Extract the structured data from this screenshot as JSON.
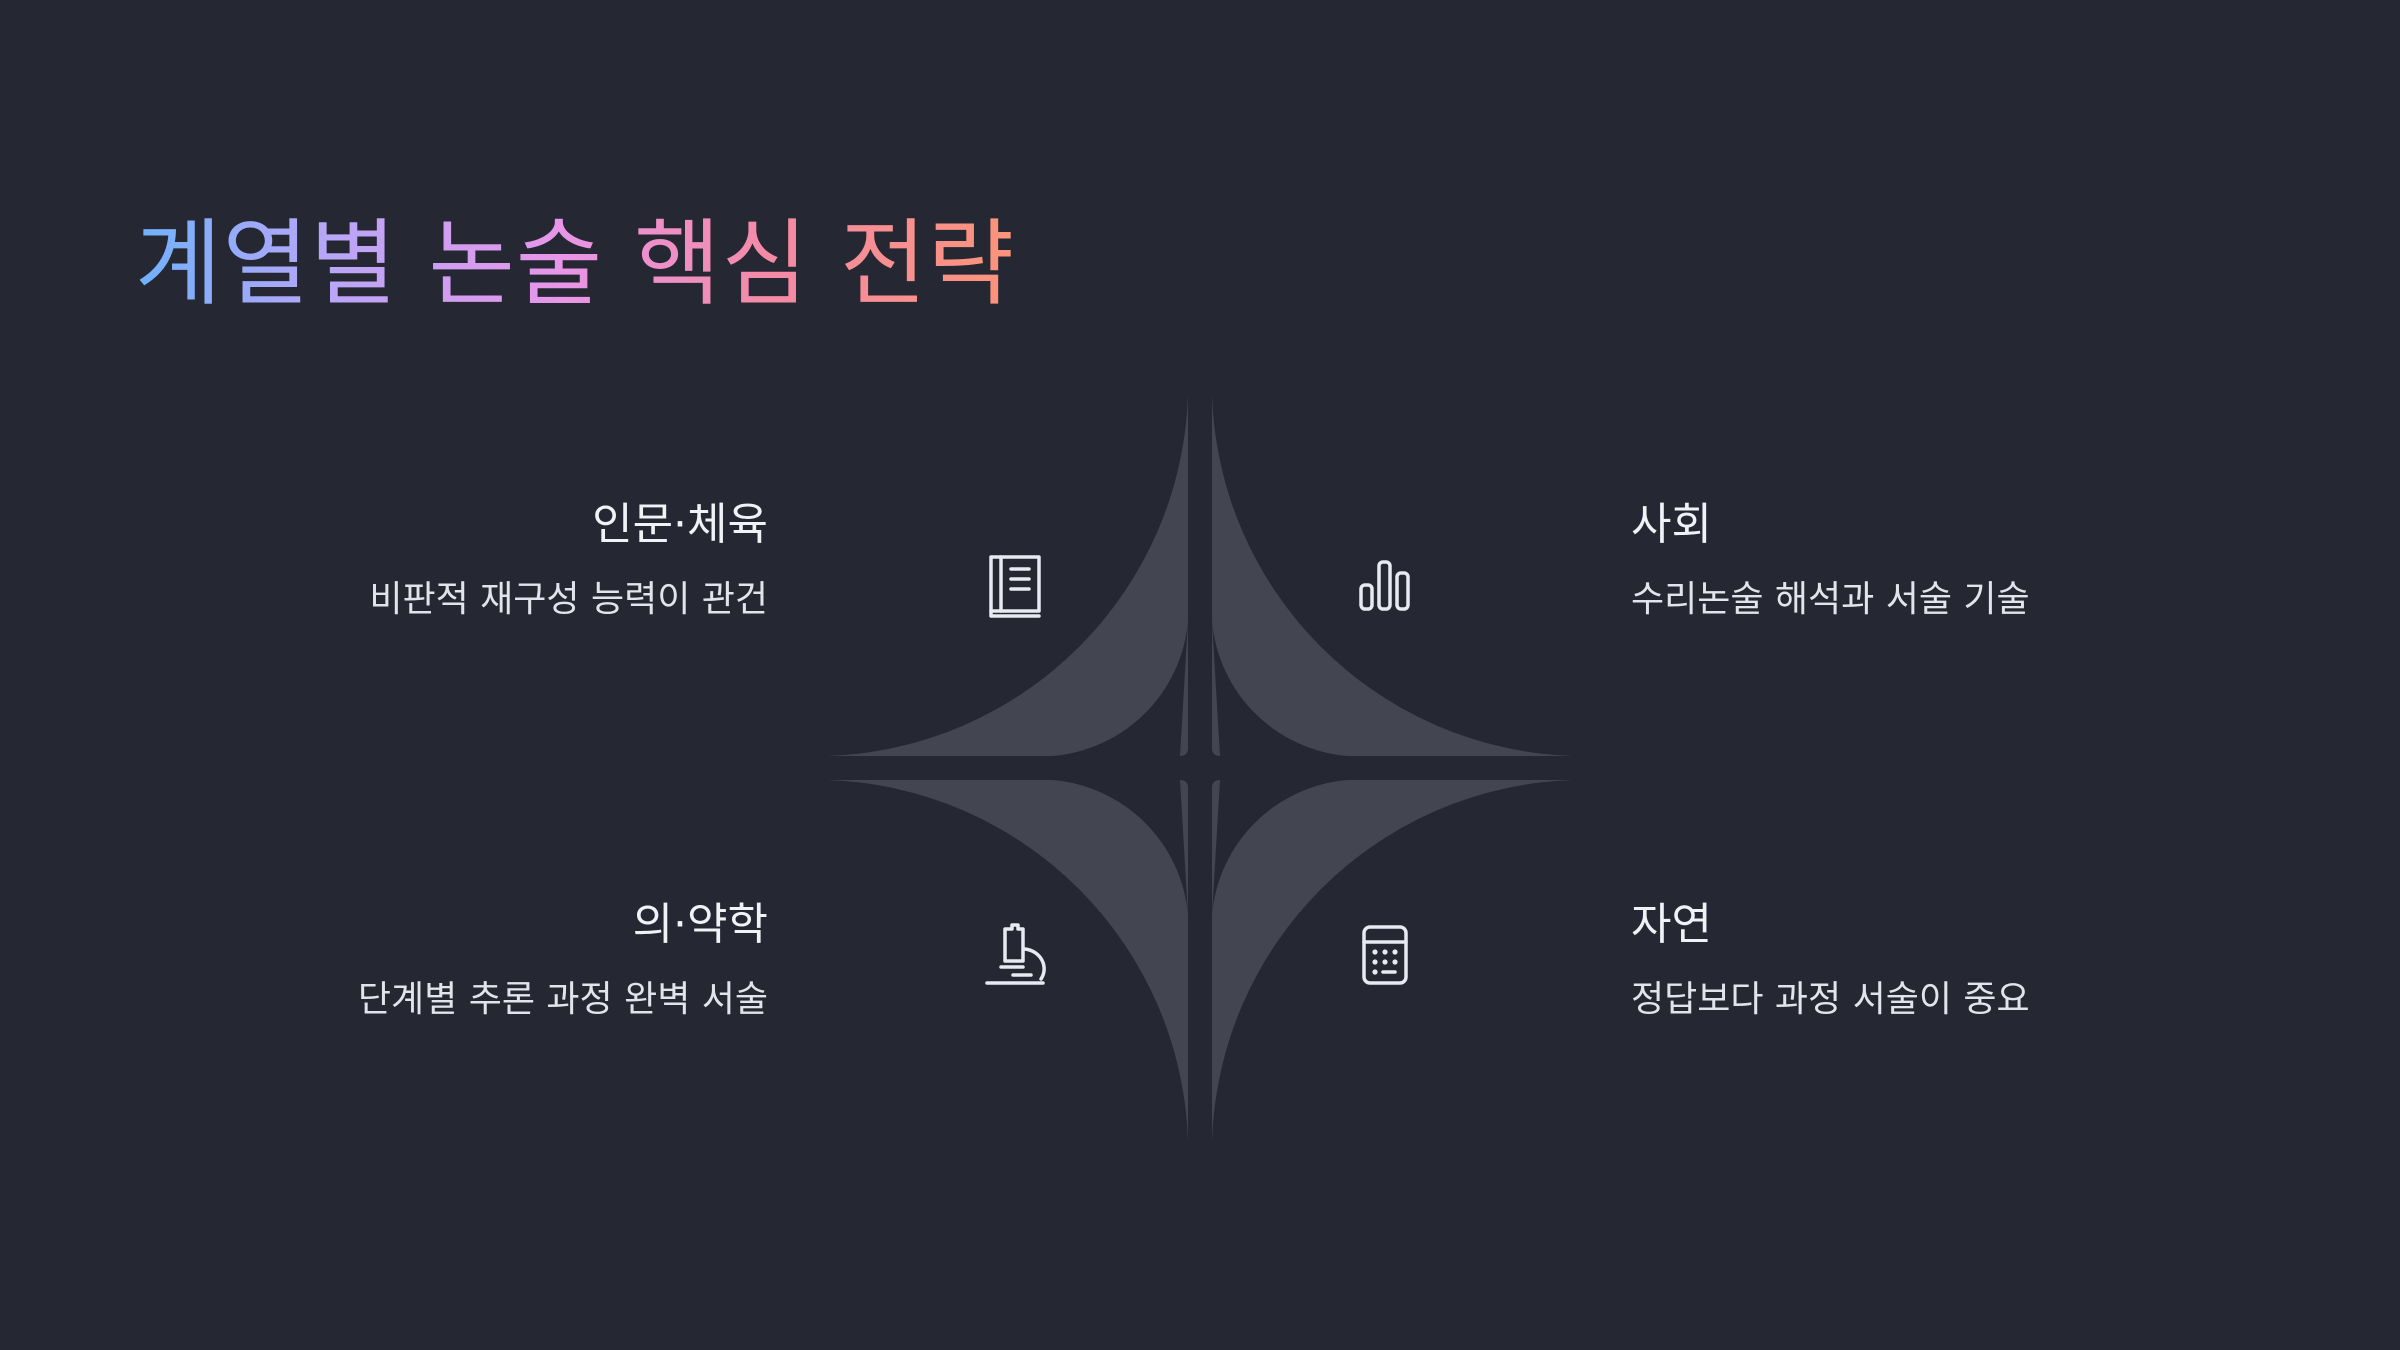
{
  "slide": {
    "title": "계열별 논술 핵심 전략",
    "title_gradient": [
      "#6fb1fb",
      "#b9a6f7",
      "#e796e9",
      "#f48aa6",
      "#fb947a"
    ],
    "background": "#252733",
    "segment_color": "#434551"
  },
  "segments": [
    {
      "key": "humanities",
      "title": "인문·체육",
      "description": "비판적 재구성 능력이 관건",
      "icon": "book-icon"
    },
    {
      "key": "social",
      "title": "사회",
      "description": "수리논술 해석과 서술 기술",
      "icon": "bar-chart-icon"
    },
    {
      "key": "medicine",
      "title": "의·약학",
      "description": "단계별 추론 과정 완벽 서술",
      "icon": "microscope-icon"
    },
    {
      "key": "natural",
      "title": "자연",
      "description": "정답보다 과정 서술이 중요",
      "icon": "calculator-icon"
    }
  ]
}
